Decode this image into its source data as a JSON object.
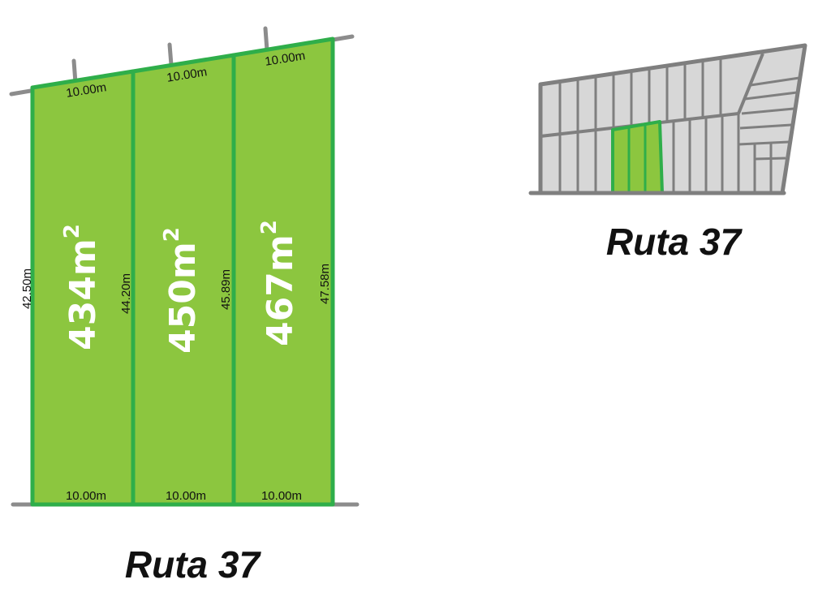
{
  "colors": {
    "lot_fill": "#8cc63f",
    "lot_stroke": "#2fae4a",
    "road_line": "#8c8c8c",
    "mini_fill": "#d7d7d7",
    "mini_stroke": "#7f7f7f",
    "mini_highlight": "#8cc63f"
  },
  "lots": [
    {
      "area": "434m",
      "sup": "2",
      "top": "10.00m",
      "bottom": "10.00m",
      "left_side": "42.50m"
    },
    {
      "area": "450m",
      "sup": "2",
      "top": "10.00m",
      "bottom": "10.00m",
      "left_side": "44.20m"
    },
    {
      "area": "467m",
      "sup": "2",
      "top": "10.00m",
      "bottom": "10.00m",
      "left_side": "45.89m",
      "right_side": "47.58m"
    }
  ],
  "road_label_main": "Ruta 37",
  "road_label_mini": "Ruta 37"
}
